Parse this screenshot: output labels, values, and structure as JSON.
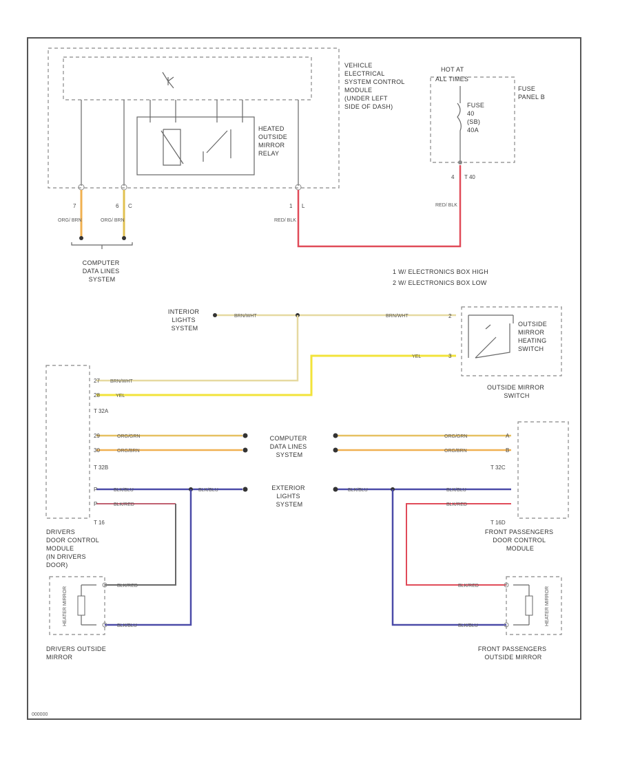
{
  "labels": {
    "vescm": [
      "VEHICLE",
      "ELECTRICAL",
      "SYSTEM CONTROL",
      "MODULE",
      "(UNDER LEFT",
      "SIDE OF DASH)"
    ],
    "relay": [
      "HEATED",
      "OUTSIDE",
      "MIRROR",
      "RELAY"
    ],
    "hot_at": [
      "HOT AT",
      "ALL TIMES"
    ],
    "fuse": [
      "FUSE",
      "40",
      "(SB)",
      "40A"
    ],
    "fuse_panel": [
      "FUSE",
      "PANEL B"
    ],
    "cdl_top": [
      "COMPUTER",
      "DATA LINES",
      "SYSTEM"
    ],
    "legend": [
      "1   W/ ELECTRONICS BOX HIGH",
      "2   W/ ELECTRONICS BOX LOW"
    ],
    "interior": [
      "INTERIOR",
      "LIGHTS",
      "SYSTEM"
    ],
    "heat_switch": [
      "OUTSIDE",
      "MIRROR",
      "HEATING",
      "SWITCH"
    ],
    "mirror_switch": [
      "OUTSIDE MIRROR",
      "SWITCH"
    ],
    "cdl_mid": [
      "COMPUTER",
      "DATA LINES",
      "SYSTEM"
    ],
    "exterior": [
      "EXTERIOR",
      "LIGHTS",
      "SYSTEM"
    ],
    "drivers_module": [
      "DRIVERS",
      "DOOR CONTROL",
      "MODULE",
      "(IN DRIVERS",
      "DOOR)"
    ],
    "pass_module": [
      "FRONT PASSENGERS",
      "DOOR CONTROL",
      "MODULE"
    ],
    "drivers_mirror": [
      "DRIVERS OUTSIDE",
      "MIRROR"
    ],
    "pass_mirror": [
      "FRONT PASSENGERS",
      "OUTSIDE MIRROR"
    ],
    "heater_l": "HEATER MIRROR",
    "heater_r": "HEATER MIRROR",
    "footer": "000000"
  },
  "wires": {
    "org_brn": "ORG/ BRN",
    "red_blk": "RED/ BLK",
    "brn_wht": "BRN/WHT",
    "yel": "YEL",
    "org_grn": "ORG/GRN",
    "org_brn2": "ORG/BRN",
    "blk_blu": "BLK/BLU",
    "blk_red": "BLK/RED"
  },
  "connectors": {
    "t32a": "T 32A",
    "t32b": "T 32B",
    "t32c": "T 32C",
    "t16d": "T 16D",
    "t16": "T 16",
    "t40": "T 40",
    "pin_7": "7",
    "pin_6": "6",
    "pin_c": "C",
    "pin_1": "1",
    "pin_l": "L",
    "pin_4": "4",
    "pin_27": "27",
    "pin_28": "28",
    "pin_29": "29",
    "pin_30": "30",
    "pin_2": "2",
    "pin_3": "3",
    "pin_a": "A",
    "pin_b": "B",
    "pin_p": "P"
  },
  "colors": {
    "orange": "#f0b050",
    "yellow": "#f2e33a",
    "red": "#e04a58",
    "blue": "#4a4aa8",
    "tan": "#e6d9a0",
    "dark": "#555555"
  }
}
